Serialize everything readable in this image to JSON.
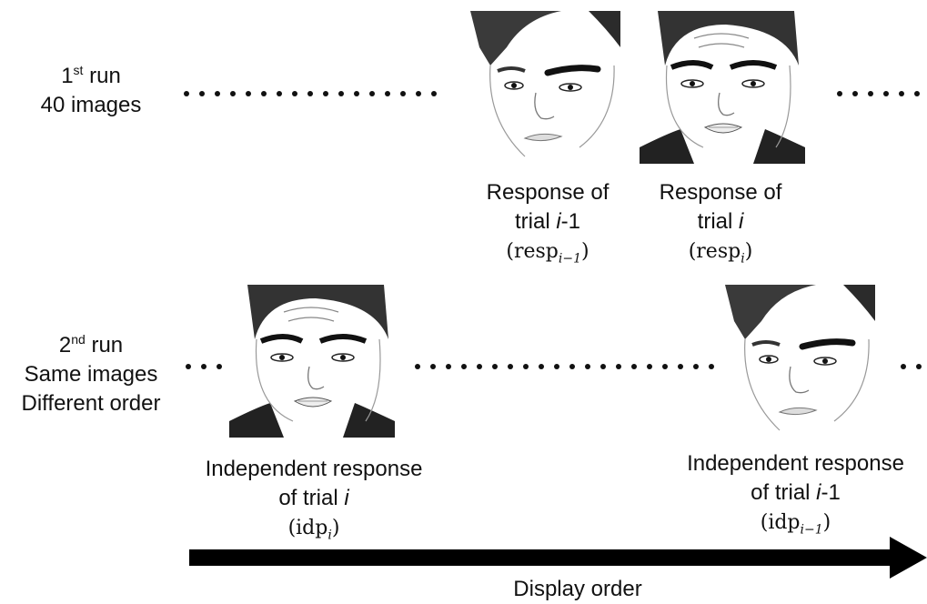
{
  "run1": {
    "label_pre": "1",
    "label_sup": "st",
    "label_post": " run",
    "line2": "40 images",
    "card_prev": {
      "line1": "Response of",
      "line2_pre": "trial ",
      "line2_i": "i",
      "line2_post": "-1",
      "math_pre": "(resp",
      "math_sub": "i−1",
      "math_post": ")"
    },
    "card_cur": {
      "line1": "Response of",
      "line2_pre": "trial ",
      "line2_i": "i",
      "line2_post": "",
      "math_pre": "(resp",
      "math_sub": "i",
      "math_post": ")"
    }
  },
  "run2": {
    "label_pre": "2",
    "label_sup": "nd",
    "label_post": " run",
    "line2": "Same images",
    "line3": "Different order",
    "card_cur": {
      "line1": "Independent response",
      "line2_pre": "of trial ",
      "line2_i": "i",
      "line2_post": "",
      "math_pre": "(idp",
      "math_sub": "i",
      "math_post": ")"
    },
    "card_prev": {
      "line1": "Independent response",
      "line2_pre": "of trial ",
      "line2_i": "i",
      "line2_post": "-1",
      "math_pre": "(idp",
      "math_sub": "i−1",
      "math_post": ")"
    }
  },
  "axis": {
    "label": "Display order"
  },
  "faces": {
    "neutral": "neutral-face-illustration",
    "frown": "frowning-face-illustration"
  }
}
